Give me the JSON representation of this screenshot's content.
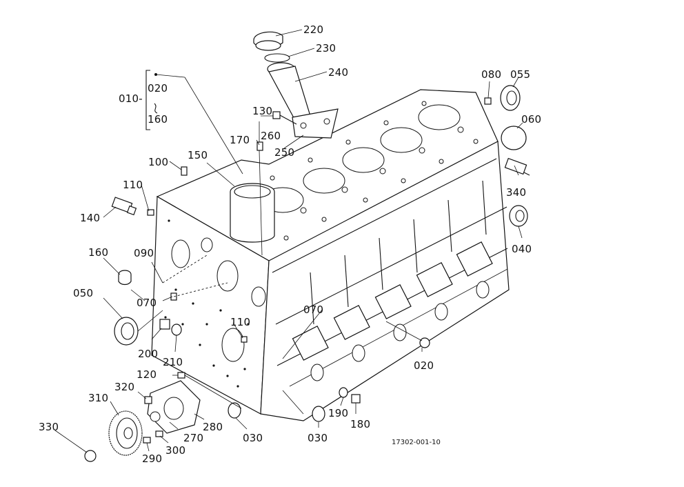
{
  "drawing_id": "17302-001-10",
  "labels": {
    "p220": "220",
    "p230": "230",
    "p240": "240",
    "p010": "010-",
    "p020a": "020",
    "p160a": "160",
    "p080": "080",
    "p055": "055",
    "p060": "060",
    "p130": "130",
    "p260": "260",
    "p170": "170",
    "p250": "250",
    "p100": "100",
    "p150": "150",
    "p110a": "110",
    "p140": "140",
    "p340": "340",
    "p040": "040",
    "p160b": "160",
    "p090": "090",
    "p070a": "070",
    "p070b": "070",
    "p050": "050",
    "p110b": "110",
    "p200": "200",
    "p210": "210",
    "p020b": "020",
    "p120": "120",
    "p320": "320",
    "p310": "310",
    "p280": "280",
    "p270": "270",
    "p330": "330",
    "p290": "290",
    "p300": "300",
    "p030a": "030",
    "p030b": "030",
    "p190": "190",
    "p180": "180"
  }
}
